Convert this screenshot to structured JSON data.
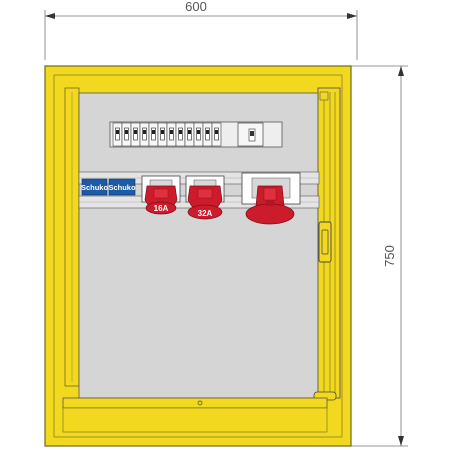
{
  "dimensions": {
    "width_label": "600",
    "height_label": "750"
  },
  "sockets": {
    "schuko_1": "Schuko",
    "schuko_2": "Schuko",
    "cee_16": "16A",
    "cee_32": "32A"
  },
  "colors": {
    "cabinet_yellow": "#f2d81f",
    "panel_grey": "#d5d5d5",
    "socket_red": "#cc1b2b",
    "schuko_blue": "#1d5aa8"
  }
}
